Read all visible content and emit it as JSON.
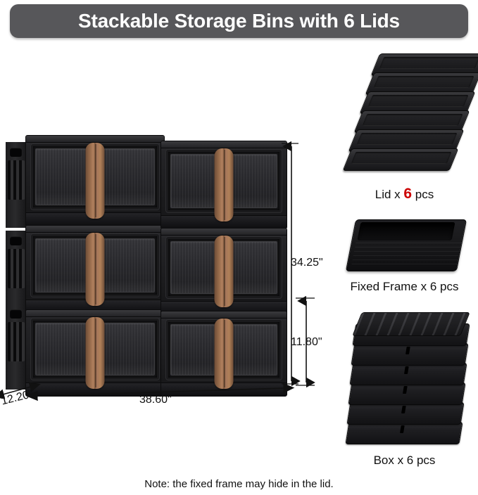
{
  "banner": {
    "title": "Stackable Storage Bins with 6 Lids",
    "background_color": "#57575a",
    "text_color": "#ffffff"
  },
  "product": {
    "name": "Stackable Storage Bins",
    "body_color": "#1c1c1e",
    "handle_color": "#a8775a",
    "bins_columns": 2,
    "bins_rows": 3,
    "bins_total": 6
  },
  "dimensions": {
    "height_total": "34.25\"",
    "height_single_bin": "11.80\"",
    "width_total": "38.60\"",
    "depth": "12.20\""
  },
  "parts": [
    {
      "id": "lid",
      "label_prefix": "Lid x ",
      "count": "6",
      "label_suffix": " pcs",
      "quantity": 6,
      "count_color": "#cc0000"
    },
    {
      "id": "fixed-frame",
      "label_full": "Fixed Frame x 6 pcs",
      "quantity": 6
    },
    {
      "id": "box",
      "label_full": "Box x 6 pcs",
      "quantity": 6
    }
  ],
  "note": "Note: the fixed frame may hide in the lid."
}
